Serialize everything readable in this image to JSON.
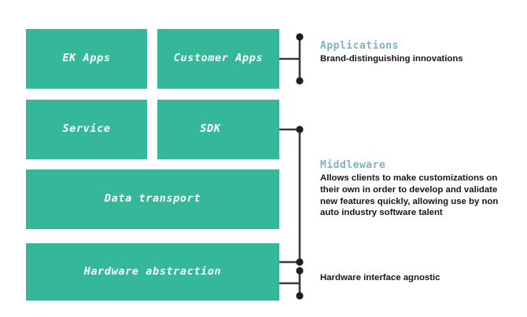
{
  "diagram": {
    "type": "layered-stack-diagram",
    "accent_color": "#35b79a",
    "heading_color": "#7fb4bf",
    "connector_color": "#3a3a3a",
    "background_color": "#ffffff",
    "layers": [
      {
        "id": "ek-apps",
        "label": "EK Apps",
        "row": 1,
        "column": "left"
      },
      {
        "id": "customer-apps",
        "label": "Customer Apps",
        "row": 1,
        "column": "right"
      },
      {
        "id": "service",
        "label": "Service",
        "row": 2,
        "column": "left"
      },
      {
        "id": "sdk",
        "label": "SDK",
        "row": 2,
        "column": "right"
      },
      {
        "id": "data-transport",
        "label": "Data transport",
        "row": 3,
        "column": "full"
      },
      {
        "id": "hardware-abstraction",
        "label": "Hardware abstraction",
        "row": 4,
        "column": "full"
      }
    ],
    "annotations": [
      {
        "id": "applications",
        "title": "Applications",
        "body": "Brand-distinguishing innovations",
        "brackets": [
          "ek-apps",
          "customer-apps"
        ]
      },
      {
        "id": "middleware",
        "title": "Middleware",
        "body": "Allows clients to make customizations on their own in order to develop and validate new features quickly, allowing use by non auto industry software talent",
        "brackets": [
          "service",
          "sdk",
          "data-transport",
          "hardware-abstraction"
        ]
      },
      {
        "id": "hardware",
        "title": "",
        "body": "Hardware interface agnostic",
        "brackets": [
          "hardware-abstraction"
        ]
      }
    ]
  }
}
